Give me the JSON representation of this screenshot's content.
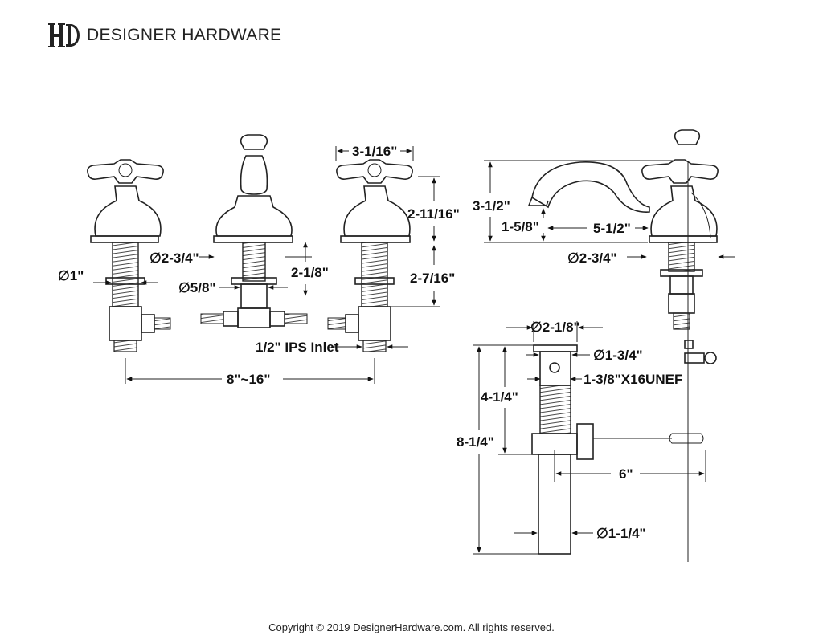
{
  "brand": {
    "name": "DESIGNER HARDWARE",
    "logo_icon": "hd-monogram-logo"
  },
  "dimensions": {
    "handle_width": "3-1/16\"",
    "handle_height": "2-11/16\"",
    "shank_height": "2-7/16\"",
    "valve_diameter": "∅2-3/4\"",
    "valve_height": "2-1/8\"",
    "shank_diameter_1": "∅1\"",
    "tee_diameter": "∅5/8\"",
    "ips_inlet": "1/2\" IPS Inlet",
    "spread": "8\"~16\"",
    "spout_height": "3-1/2\"",
    "spout_clearance": "1-5/8\"",
    "spout_reach": "5-1/2\"",
    "spout_base_diameter": "∅2-3/4\"",
    "drain_flange": "∅2-1/8\"",
    "drain_body": "∅1-3/4\"",
    "drain_thread": "1-3/8\"X16UNEF",
    "drain_upper_length": "4-1/4\"",
    "drain_total_length": "8-1/4\"",
    "lift_rod_length": "6\"",
    "tailpiece_diameter": "∅1-1/4\""
  },
  "footer": {
    "copyright": "Copyright © 2019 DesignerHardware.com. All rights reserved."
  }
}
